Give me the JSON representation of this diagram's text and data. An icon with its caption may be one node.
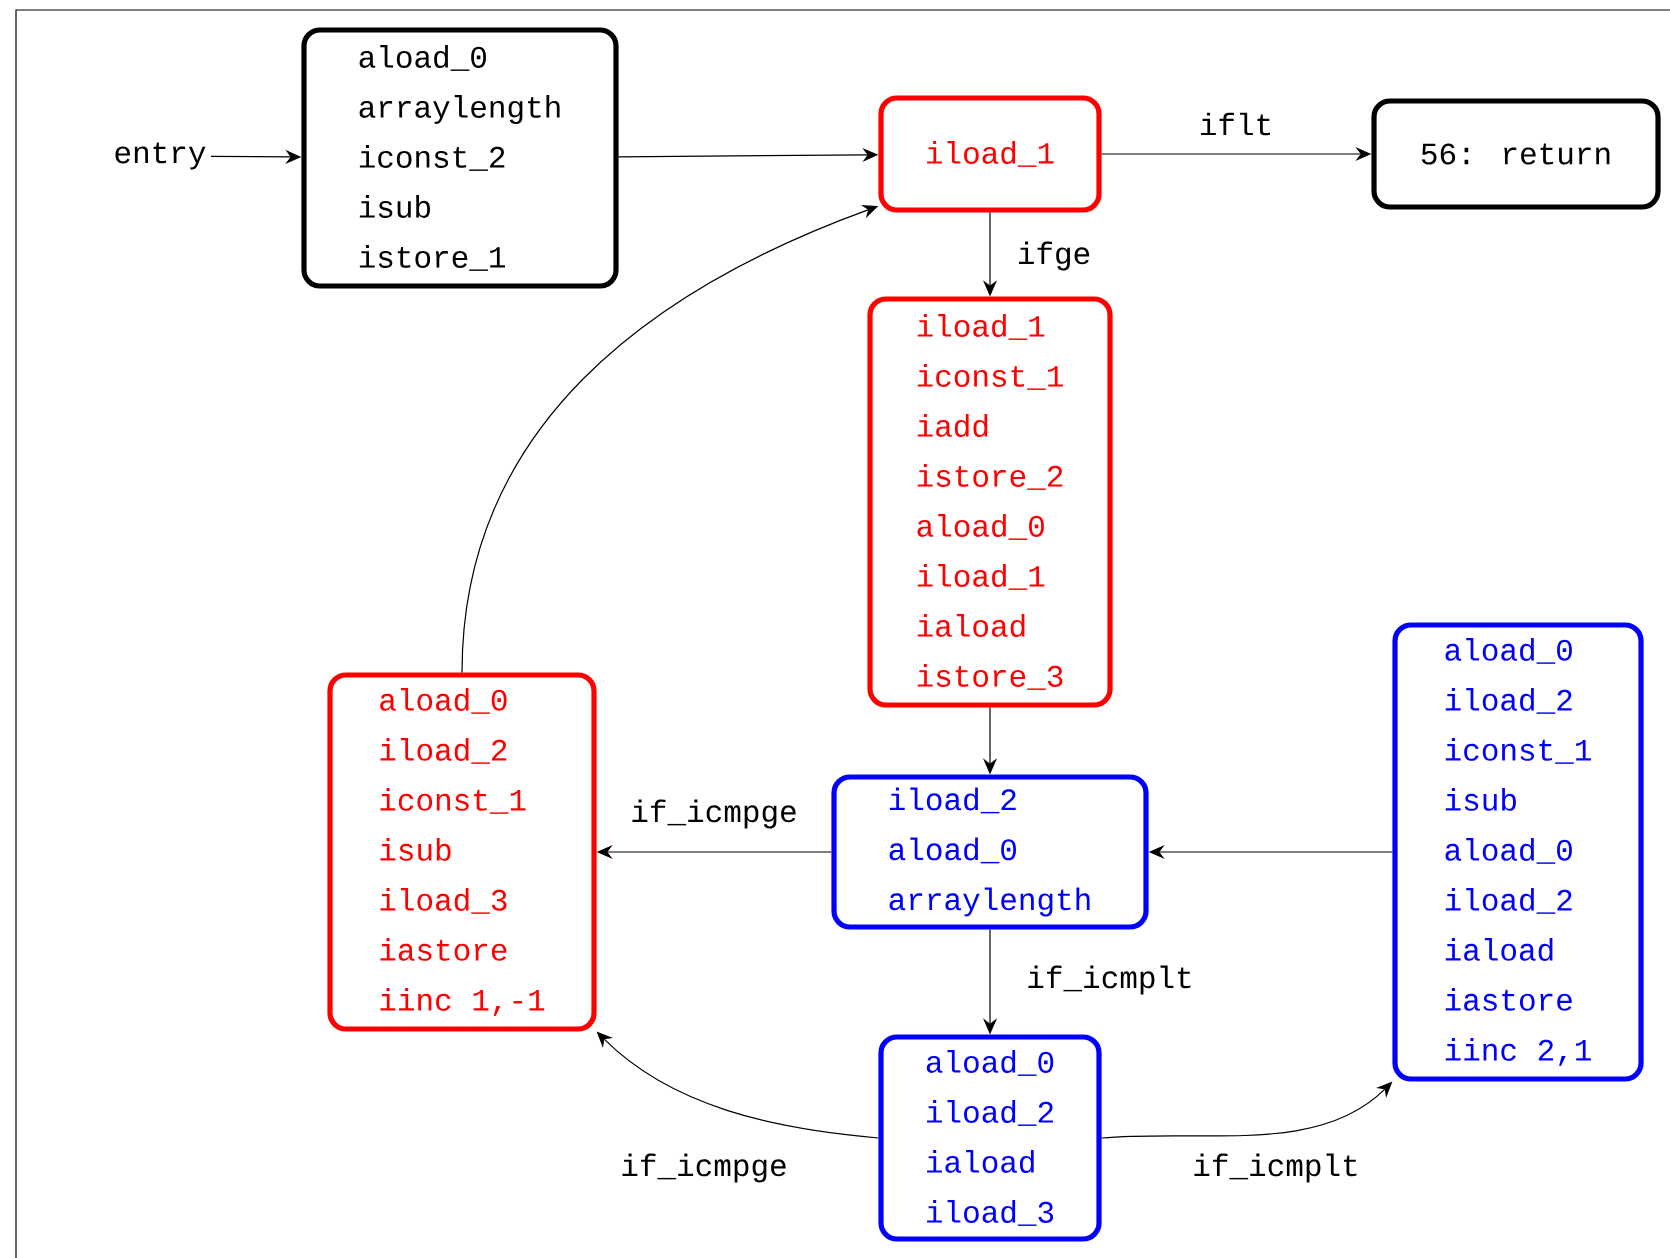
{
  "diagram": {
    "nodes": [
      {
        "text": [
          "entry"
        ]
      },
      {
        "text": [
          "aload_0",
          "arraylength",
          "iconst_2",
          "isub",
          "istore_1"
        ]
      },
      {
        "text": [
          "iload_1"
        ]
      },
      {
        "text": [
          "56: return"
        ]
      },
      {
        "text": [
          "iload_1",
          "iconst_1",
          "iadd",
          "istore_2",
          "aload_0",
          "iload_1",
          "iaload",
          "istore_3"
        ]
      },
      {
        "text": [
          "aload_0",
          "iload_2",
          "iconst_1",
          "isub",
          "iload_3",
          "iastore",
          "iinc 1,-1"
        ]
      },
      {
        "text": [
          "iload_2",
          "aload_0",
          "arraylength"
        ]
      },
      {
        "text": [
          "aload_0",
          "iload_2",
          "iconst_1",
          "isub",
          "aload_0",
          "iload_2",
          "iaload",
          "iastore",
          "iinc 2,1"
        ]
      },
      {
        "text": [
          "aload_0",
          "iload_2",
          "iaload",
          "iload_3"
        ]
      }
    ],
    "edges": [
      {
        "from": 0,
        "to": 1,
        "arrow": "to"
      },
      {
        "from": 1,
        "to": 2,
        "arrow": "to"
      },
      {
        "from": 2,
        "to": 3,
        "arrow": "to",
        "label": "iflt"
      },
      {
        "from": 2,
        "to": 4,
        "arrow": "to",
        "label": "ifge"
      },
      {
        "from": 4,
        "to": 6,
        "arrow": "to"
      },
      {
        "from": 6,
        "to": 5,
        "arrow": "to",
        "label": "if_icmpge"
      },
      {
        "from": 7,
        "to": 6,
        "arrow": "to"
      },
      {
        "from": 6,
        "to": 8,
        "arrow": "to",
        "label": "if_icmplt"
      },
      {
        "from": 8,
        "to": 5,
        "arrow": "to",
        "label": "if_icmpge"
      },
      {
        "from": 8,
        "to": 7,
        "arrow": "to",
        "label": "if_icmplt"
      },
      {
        "from": 5,
        "to": 2,
        "arrow": "to"
      }
    ]
  }
}
